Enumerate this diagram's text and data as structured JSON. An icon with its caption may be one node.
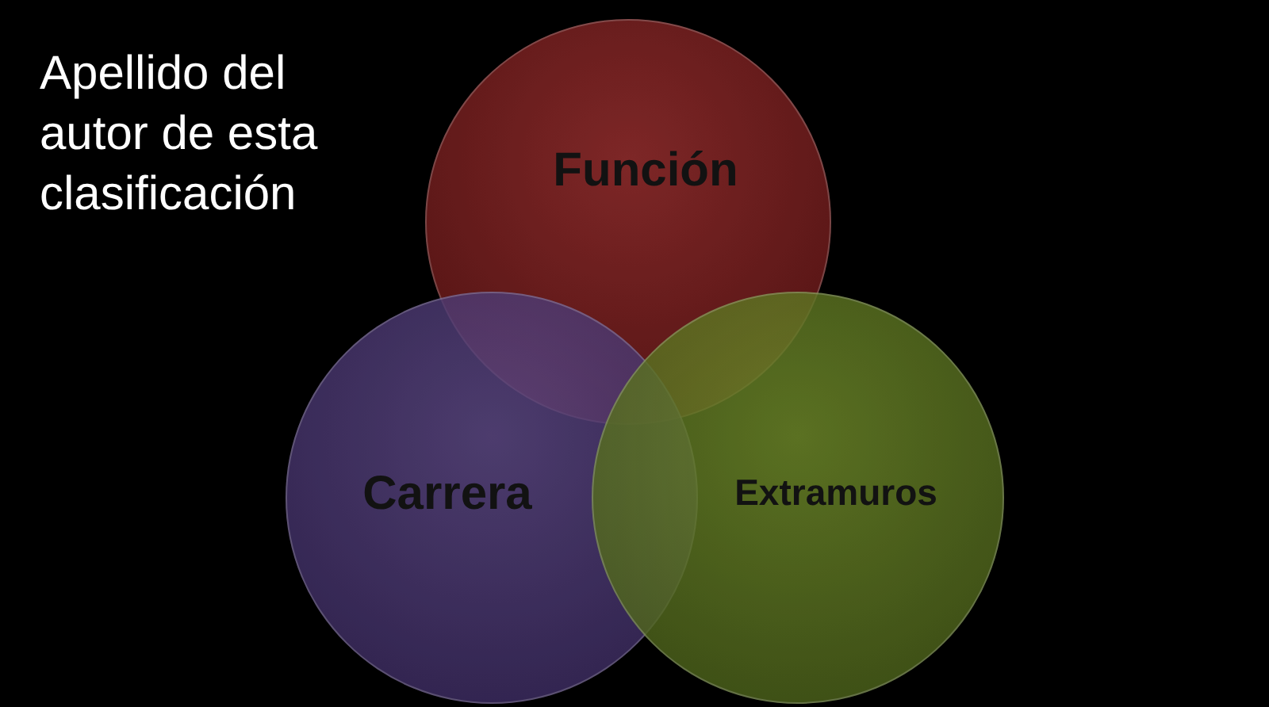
{
  "diagram": {
    "nodes": [
      {
        "text": [
          "Función"
        ]
      },
      {
        "text": [
          "Carrera"
        ]
      },
      {
        "text": [
          "Extramuros"
        ]
      }
    ],
    "labels": [
      "Apellido del autor de esta clasificación"
    ]
  }
}
